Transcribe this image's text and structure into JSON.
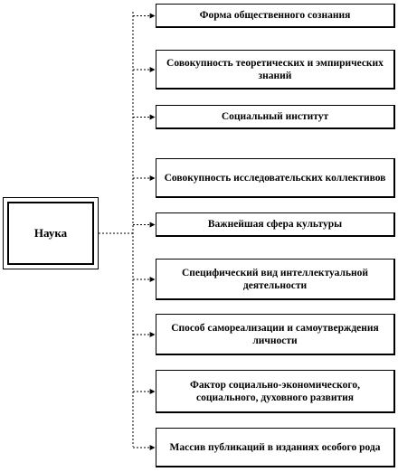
{
  "center": {
    "label": "Наука"
  },
  "items": [
    {
      "label": "Форма общественного сознания"
    },
    {
      "label": "Совокупность теоретических и эмпирических знаний"
    },
    {
      "label": "Социальный институт"
    },
    {
      "label": "Совокупность исследовательских коллективов"
    },
    {
      "label": "Важнейшая сфера культуры"
    },
    {
      "label": "Специфический вид интеллектуальной деятельности"
    },
    {
      "label": "Способ самореализации и самоутверждения личности"
    },
    {
      "label": "Фактор социально-экономического, социального, духовного развития"
    },
    {
      "label": "Массив публикаций в изданиях особого рода"
    }
  ]
}
